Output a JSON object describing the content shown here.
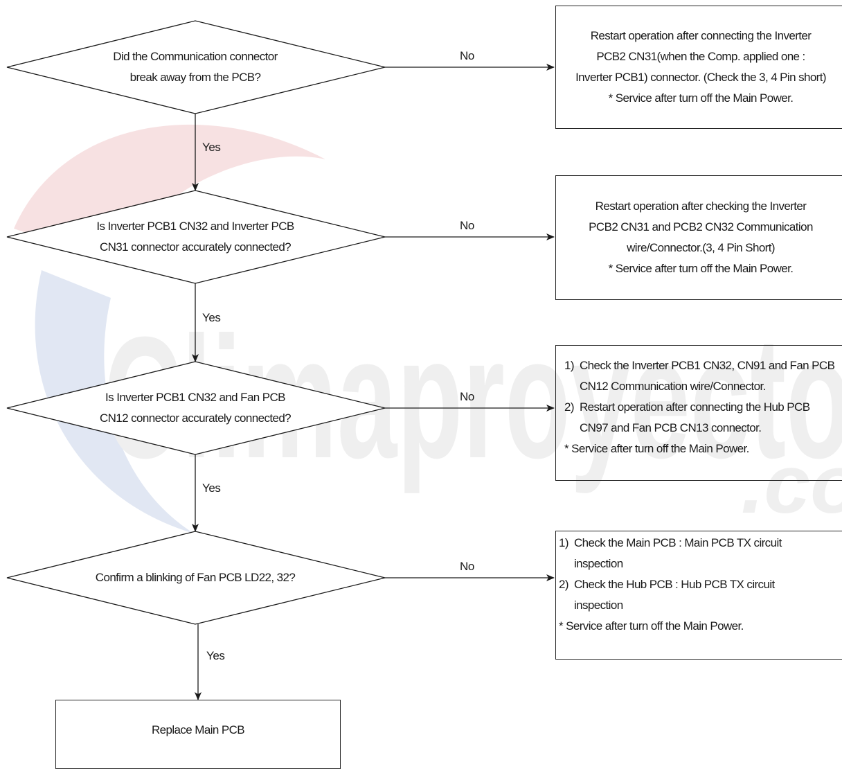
{
  "watermark": {
    "main": "Climaproyecto",
    "suffix": ".co"
  },
  "labels": {
    "yes": "Yes",
    "no": "No"
  },
  "decisions": [
    {
      "line1": "Did the Communication connector",
      "line2": "break away from the PCB?"
    },
    {
      "line1": "Is Inverter PCB1 CN32 and Inverter PCB",
      "line2": "CN31 connector accurately connected?"
    },
    {
      "line1": "Is Inverter PCB1 CN32 and Fan PCB",
      "line2": "CN12 connector accurately connected?"
    },
    {
      "line1": "Confirm a blinking of Fan PCB LD22, 32?",
      "line2": ""
    }
  ],
  "actions": [
    {
      "lines": [
        "Restart operation after connecting the Inverter",
        "PCB2 CN31(when the Comp. applied one :",
        "Inverter PCB1) connector. (Check the 3, 4 Pin short)",
        "* Service after turn off the Main Power."
      ]
    },
    {
      "lines": [
        "Restart operation after checking the Inverter",
        "PCB2 CN31 and PCB2 CN32 Communication",
        "wire/Connector.(3, 4 Pin Short)",
        "* Service after turn off the Main Power."
      ]
    },
    {
      "items": [
        {
          "num": "1)",
          "text": "Check the Inverter PCB1 CN32, CN91 and Fan PCB CN12 Communication wire/Connector."
        },
        {
          "num": "2)",
          "text": "Restart operation after connecting the Hub PCB CN97 and Fan PCB CN13 connector."
        }
      ],
      "note": "* Service after turn off the Main Power."
    },
    {
      "items": [
        {
          "num": "1)",
          "text": "Check the Main PCB : Main PCB TX circuit inspection"
        },
        {
          "num": "2)",
          "text": "Check the Hub PCB : Hub PCB TX circuit inspection"
        }
      ],
      "note": "* Service after turn off the Main Power."
    }
  ],
  "final": {
    "label": "Replace Main PCB"
  },
  "colors": {
    "line": "#1a1a1a",
    "wm_red": "#c8202a",
    "wm_blue": "#1f4fa6",
    "wm_text": "#9b9b9b"
  }
}
